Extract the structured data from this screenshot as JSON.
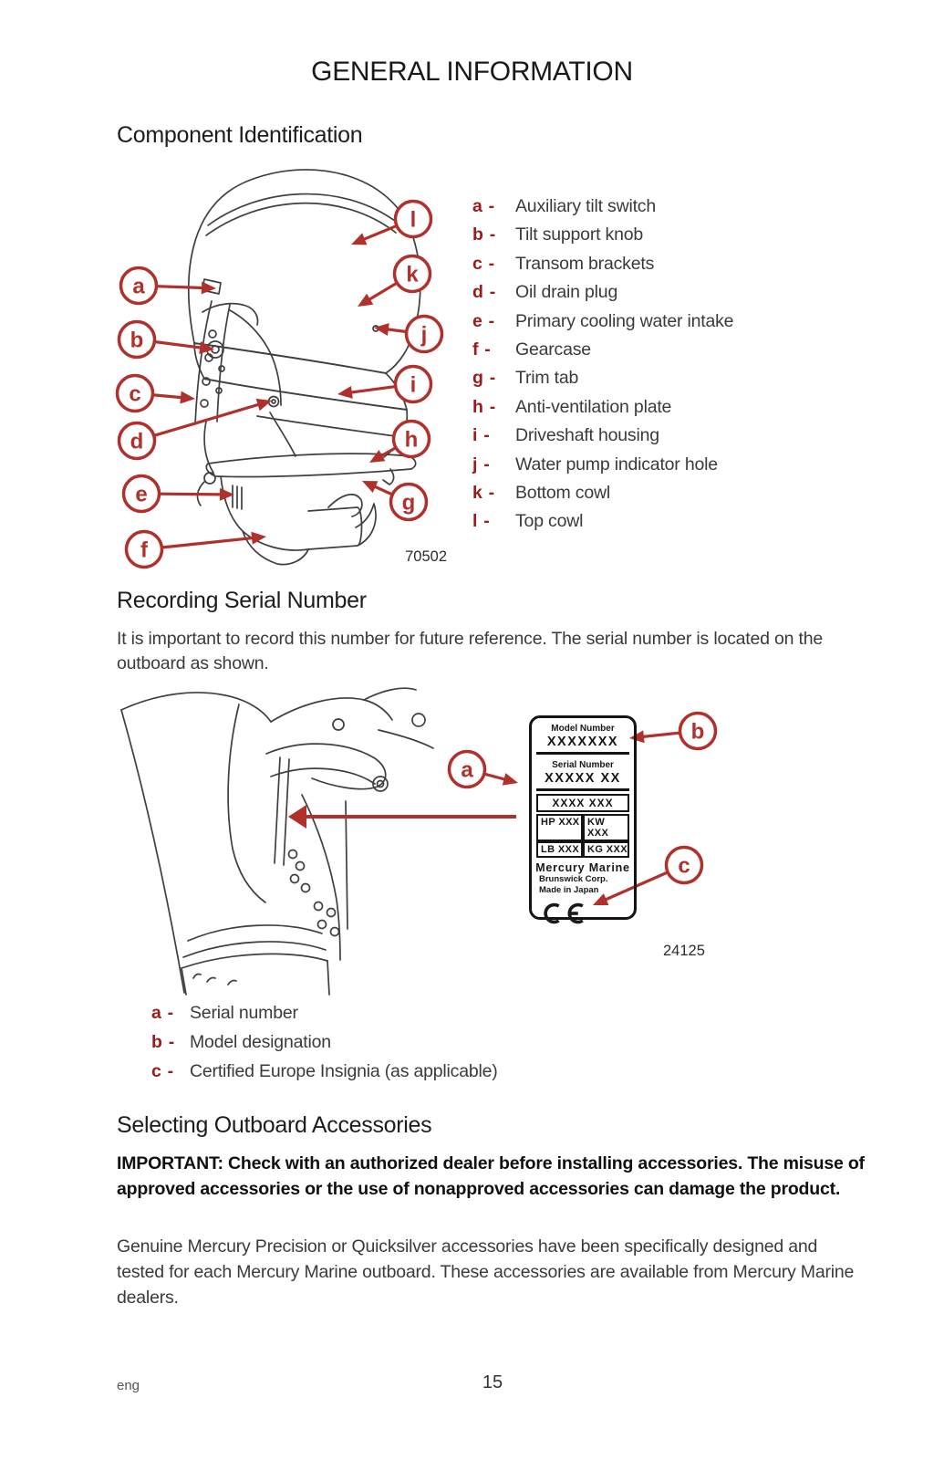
{
  "page": {
    "title": "GENERAL INFORMATION",
    "language": "eng",
    "page_number": "15"
  },
  "ui": {
    "separator": "-"
  },
  "colors": {
    "callout_red": "#b0302c",
    "legend_red": "#9b1a1a",
    "line_art": "#3f3f3f"
  },
  "component_identification": {
    "heading": "Component Identification",
    "figure_number": "70502",
    "callouts": [
      {
        "letter": "a",
        "label": "Auxiliary tilt switch"
      },
      {
        "letter": "b",
        "label": "Tilt support knob"
      },
      {
        "letter": "c",
        "label": "Transom brackets"
      },
      {
        "letter": "d",
        "label": "Oil drain plug"
      },
      {
        "letter": "e",
        "label": "Primary cooling water intake"
      },
      {
        "letter": "f",
        "label": "Gearcase"
      },
      {
        "letter": "g",
        "label": "Trim tab"
      },
      {
        "letter": "h",
        "label": "Anti-ventilation plate"
      },
      {
        "letter": "i",
        "label": "Driveshaft housing"
      },
      {
        "letter": "j",
        "label": "Water pump indicator hole"
      },
      {
        "letter": "k",
        "label": "Bottom cowl"
      },
      {
        "letter": "l",
        "label": "Top cowl"
      }
    ]
  },
  "recording_serial_number": {
    "heading": "Recording Serial Number",
    "body": "It is important to record this number for future reference. The serial number is located on the outboard as shown.",
    "figure_number": "24125",
    "serial_plate": {
      "model_number_label": "Model Number",
      "model_number_value": "XXXXXXX",
      "serial_number_label": "Serial Number",
      "serial_number_value": "XXXXX XX",
      "third_row_value": "XXXX XXX",
      "hp": "HP XXX",
      "kw": "KW XXX",
      "lb": "LB XXX",
      "kg": "KG XXX",
      "manufacturer": "Mercury Marine",
      "company": "Brunswick Corp.",
      "origin": "Made in Japan",
      "ce_mark": "CE"
    },
    "legend": [
      {
        "letter": "a",
        "label": "Serial number"
      },
      {
        "letter": "b",
        "label": "Model designation"
      },
      {
        "letter": "c",
        "label": "Certified Europe Insignia (as applicable)"
      }
    ]
  },
  "selecting_accessories": {
    "heading": "Selecting Outboard Accessories",
    "important_text": "IMPORTANT: Check with an authorized dealer before installing accessories. The misuse of approved accessories or the use of nonapproved accessories can damage the product.",
    "body": "Genuine Mercury Precision or Quicksilver accessories have been specifically designed and tested for each Mercury Marine outboard. These accessories are available from Mercury Marine dealers."
  }
}
